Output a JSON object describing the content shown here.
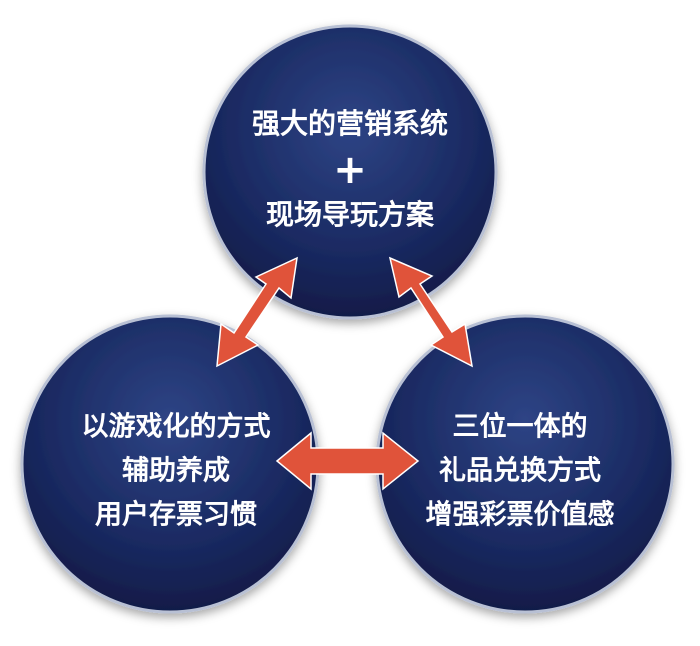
{
  "colors": {
    "circle_gradient_light": "#2a3f7f",
    "circle_gradient_dark": "#101a45",
    "circle_rim": "#a9b2c8",
    "arrow": "#e0533a",
    "text": "#ffffff"
  },
  "nodes": {
    "top": {
      "line1": "强大的营销系统",
      "line2": "+",
      "line3": "现场导玩方案"
    },
    "left": {
      "line1": "以游戏化的方式",
      "line2": "辅助养成",
      "line3": "用户存票习惯"
    },
    "right": {
      "line1": "三位一体的",
      "line2": "礼品兑换方式",
      "line3": "增强彩票价值感"
    }
  },
  "arrows": [
    {
      "from": "top",
      "to": "left",
      "style": "double-headed"
    },
    {
      "from": "top",
      "to": "right",
      "style": "double-headed"
    },
    {
      "from": "left",
      "to": "right",
      "style": "double-headed"
    }
  ]
}
